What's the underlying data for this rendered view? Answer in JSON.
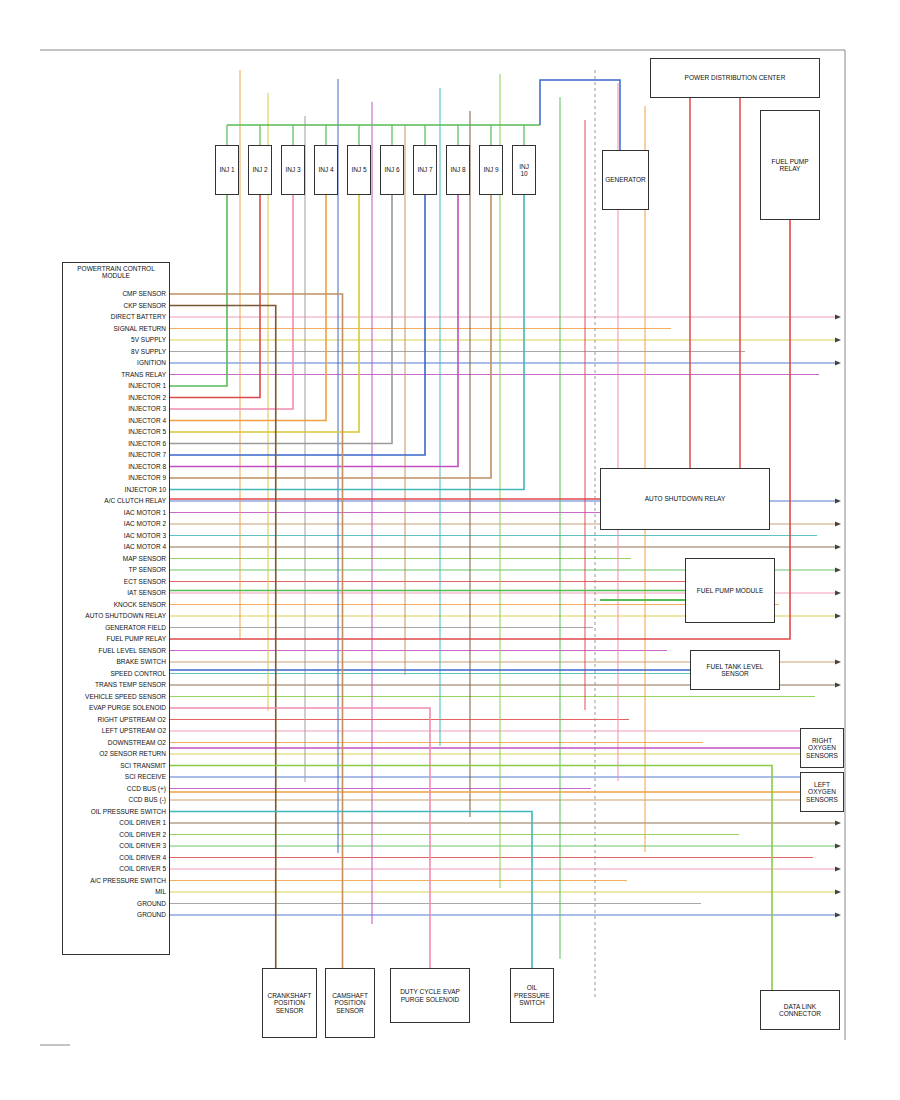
{
  "diagram": {
    "nodes": [
      {
        "text": [
          "POWERTRAIN CONTROL MODULE"
        ]
      },
      {
        "text": [
          "INJ 1"
        ]
      },
      {
        "text": [
          "INJ 2"
        ]
      },
      {
        "text": [
          "INJ 3"
        ]
      },
      {
        "text": [
          "INJ 4"
        ]
      },
      {
        "text": [
          "INJ 5"
        ]
      },
      {
        "text": [
          "INJ 6"
        ]
      },
      {
        "text": [
          "INJ 7"
        ]
      },
      {
        "text": [
          "INJ 8"
        ]
      },
      {
        "text": [
          "INJ 9"
        ]
      },
      {
        "text": [
          "INJ 10"
        ]
      },
      {
        "text": [
          "GENERATOR"
        ]
      },
      {
        "text": [
          "POWER DISTRIBUTION CENTER"
        ]
      },
      {
        "text": [
          "FUEL PUMP RELAY"
        ]
      },
      {
        "text": [
          "AUTO SHUTDOWN RELAY"
        ]
      },
      {
        "text": [
          "FUEL PUMP MODULE"
        ]
      },
      {
        "text": [
          "FUEL TANK LEVEL SENSOR"
        ]
      },
      {
        "text": [
          "RIGHT OXYGEN SENSORS"
        ]
      },
      {
        "text": [
          "LEFT OXYGEN SENSORS"
        ]
      },
      {
        "text": [
          "CRANKSHAFT POSITION SENSOR"
        ]
      },
      {
        "text": [
          "CAMSHAFT POSITION SENSOR"
        ]
      },
      {
        "text": [
          "DUTY CYCLE EVAP PURGE SOLENOID"
        ]
      },
      {
        "text": [
          "OIL PRESSURE SWITCH"
        ]
      },
      {
        "text": [
          "DATA LINK CONNECTOR"
        ]
      }
    ],
    "edges": [
      {
        "from": 0,
        "to": 1,
        "arrow": "none"
      },
      {
        "from": 0,
        "to": 2,
        "arrow": "none"
      },
      {
        "from": 0,
        "to": 3,
        "arrow": "none"
      },
      {
        "from": 0,
        "to": 4,
        "arrow": "none"
      },
      {
        "from": 0,
        "to": 5,
        "arrow": "none"
      },
      {
        "from": 0,
        "to": 6,
        "arrow": "none"
      },
      {
        "from": 0,
        "to": 7,
        "arrow": "none"
      },
      {
        "from": 0,
        "to": 8,
        "arrow": "none"
      },
      {
        "from": 0,
        "to": 9,
        "arrow": "none"
      },
      {
        "from": 0,
        "to": 10,
        "arrow": "none"
      },
      {
        "from": 0,
        "to": 14,
        "arrow": "none"
      },
      {
        "from": 0,
        "to": 15,
        "arrow": "none"
      },
      {
        "from": 0,
        "to": 16,
        "arrow": "none"
      },
      {
        "from": 0,
        "to": 17,
        "arrow": "none"
      },
      {
        "from": 0,
        "to": 18,
        "arrow": "none"
      },
      {
        "from": 0,
        "to": 13,
        "arrow": "none"
      },
      {
        "from": 0,
        "to": 19,
        "arrow": "none"
      },
      {
        "from": 0,
        "to": 20,
        "arrow": "none"
      },
      {
        "from": 0,
        "to": 21,
        "arrow": "none"
      },
      {
        "from": 0,
        "to": 22,
        "arrow": "none"
      },
      {
        "from": 0,
        "to": 23,
        "arrow": "none"
      }
    ],
    "labels": [
      "CMP SENSOR",
      "CKP SENSOR",
      "DIRECT BATTERY",
      "SIGNAL RETURN",
      "5V SUPPLY",
      "8V SUPPLY",
      "IGNITION",
      "TRANS RELAY",
      "INJECTOR 1",
      "INJECTOR 2",
      "INJECTOR 3",
      "INJECTOR 4",
      "INJECTOR 5",
      "INJECTOR 6",
      "INJECTOR 7",
      "INJECTOR 8",
      "INJECTOR 9",
      "INJECTOR 10",
      "A/C CLUTCH RELAY",
      "IAC MOTOR 1",
      "IAC MOTOR 2",
      "IAC MOTOR 3",
      "IAC MOTOR 4",
      "MAP SENSOR",
      "TP SENSOR",
      "ECT SENSOR",
      "IAT SENSOR",
      "KNOCK SENSOR",
      "AUTO SHUTDOWN RELAY",
      "GENERATOR FIELD",
      "FUEL PUMP RELAY",
      "FUEL LEVEL SENSOR",
      "BRAKE SWITCH",
      "SPEED CONTROL",
      "TRANS TEMP SENSOR",
      "VEHICLE SPEED SENSOR",
      "EVAP PURGE SOLENOID",
      "RIGHT UPSTREAM O2",
      "LEFT UPSTREAM O2",
      "DOWNSTREAM O2",
      "O2 SENSOR RETURN",
      "SCI TRANSMIT",
      "SCI RECEIVE",
      "CCD BUS (+)",
      "CCD BUS (-)",
      "OIL PRESSURE SWITCH",
      "COIL DRIVER 1",
      "COIL DRIVER 2",
      "COIL DRIVER 3",
      "COIL DRIVER 4",
      "COIL DRIVER 5",
      "A/C PRESSURE SWITCH",
      "MIL",
      "GROUND",
      "GROUND"
    ]
  }
}
